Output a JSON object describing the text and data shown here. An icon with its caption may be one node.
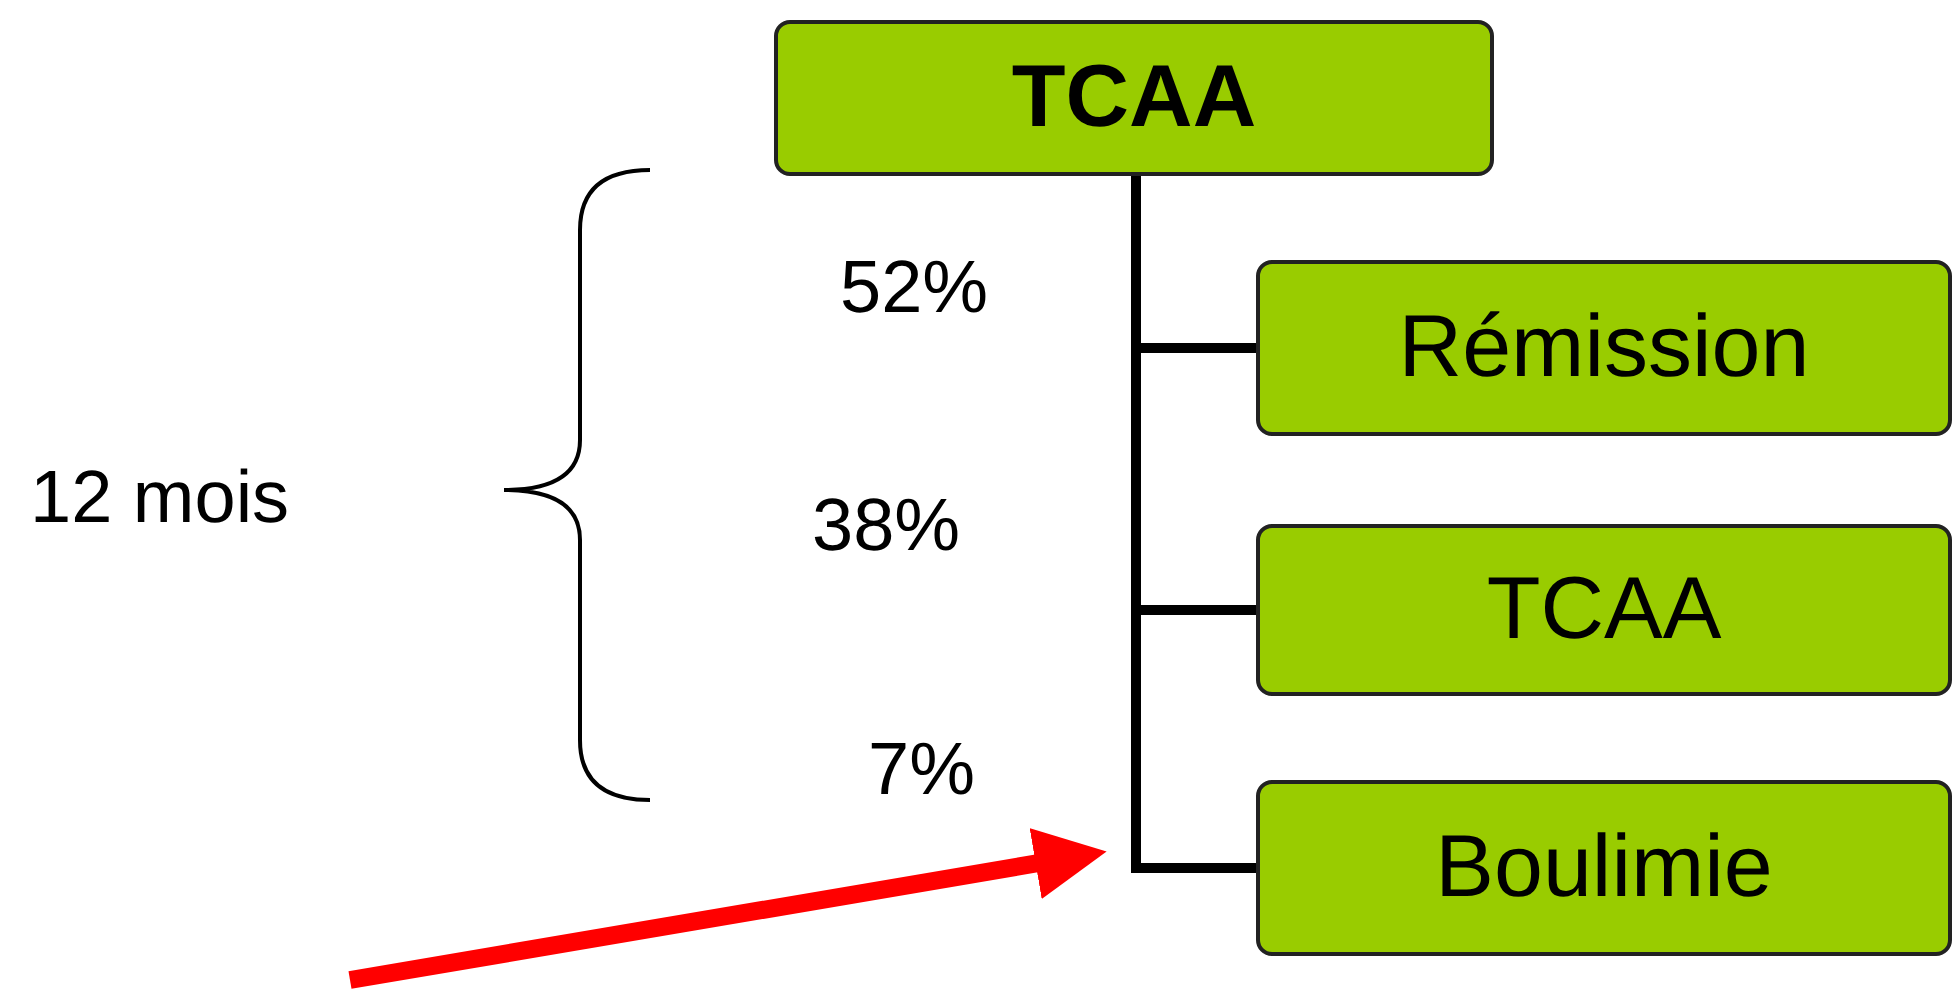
{
  "diagram": {
    "nodes": [
      {
        "text": [
          "TCAA"
        ]
      },
      {
        "text": [
          "Rémission"
        ]
      },
      {
        "text": [
          "TCAA"
        ]
      },
      {
        "text": [
          "Boulimie"
        ]
      }
    ],
    "edges": [
      {
        "from": 0,
        "to": 1,
        "arrow": "none"
      },
      {
        "from": 0,
        "to": 2,
        "arrow": "none"
      },
      {
        "from": 0,
        "to": 3,
        "arrow": "none"
      },
      {
        "from": null,
        "to": 3,
        "arrow": "to",
        "style": "thick",
        "color": "#ff0000"
      }
    ],
    "labels": [
      "12 mois",
      "52%",
      "38%",
      "7%"
    ]
  }
}
